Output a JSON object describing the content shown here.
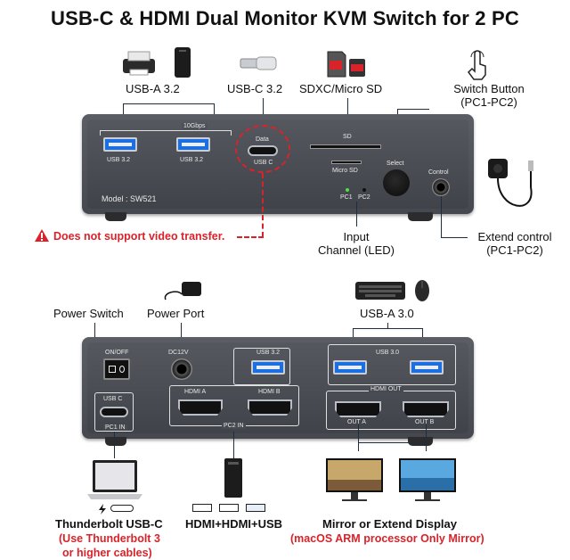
{
  "title": "USB-C & HDMI Dual Monitor KVM Switch for 2 PC",
  "front": {
    "labels": {
      "usb_a": "USB-A 3.2",
      "usb_c": "USB-C 3.2",
      "sd": "SDXC/Micro SD",
      "switch_button": "Switch Button",
      "switch_button_sub": "(PC1-PC2)",
      "input_channel": "Input",
      "input_channel_2": "Channel (LED)",
      "extend_control": "Extend control",
      "extend_control_sub": "(PC1-PC2)",
      "warning": "Does not support video transfer."
    },
    "panel": {
      "speed": "10Gbps",
      "usb_32_a": "USB 3.2",
      "usb_32_b": "USB 3.2",
      "data": "Data",
      "usb_c": "USB C",
      "sd": "SD",
      "micro_sd": "Micro SD",
      "select": "Select",
      "control": "Control",
      "model": "Model : SW521",
      "pc1": "PC1",
      "pc2": "PC2"
    }
  },
  "back": {
    "labels": {
      "power_switch": "Power Switch",
      "power_port": "Power Port",
      "usb_a_30": "USB-A 3.0",
      "thunderbolt": "Thunderbolt USB-C",
      "thunderbolt_note_1": "(Use Thunderbolt 3",
      "thunderbolt_note_2": "or higher cables)",
      "pc2_combo": "HDMI+HDMI+USB",
      "display": "Mirror or Extend Display",
      "display_note": "(macOS ARM processor Only Mirror)"
    },
    "panel": {
      "on_off": "ON/OFF",
      "dc": "DC12V",
      "usb_32": "USB 3.2",
      "usb_30": "USB 3.0",
      "hdmi_a": "HDMI A",
      "hdmi_b": "HDMI B",
      "hdmi_out": "HDMI OUT",
      "out_a": "OUT A",
      "out_b": "OUT B",
      "usb_c": "USB C",
      "pc1_in": "PC1 IN",
      "pc2_in": "PC2 IN"
    }
  },
  "colors": {
    "accent_red": "#d9232a",
    "port_blue": "#1d6fe0",
    "device_gray": "#4d5056"
  },
  "icons": [
    "printer-icon",
    "hard-drive-icon",
    "usb-flash-drive-icon",
    "sd-card-icon",
    "finger-press-icon",
    "extend-remote-icon",
    "warning-icon",
    "power-adapter-icon",
    "keyboard-icon",
    "mouse-icon",
    "laptop-icon",
    "desktop-tower-icon",
    "monitor-icon",
    "thunderbolt-icon",
    "hdmi-icon",
    "usb-icon"
  ]
}
